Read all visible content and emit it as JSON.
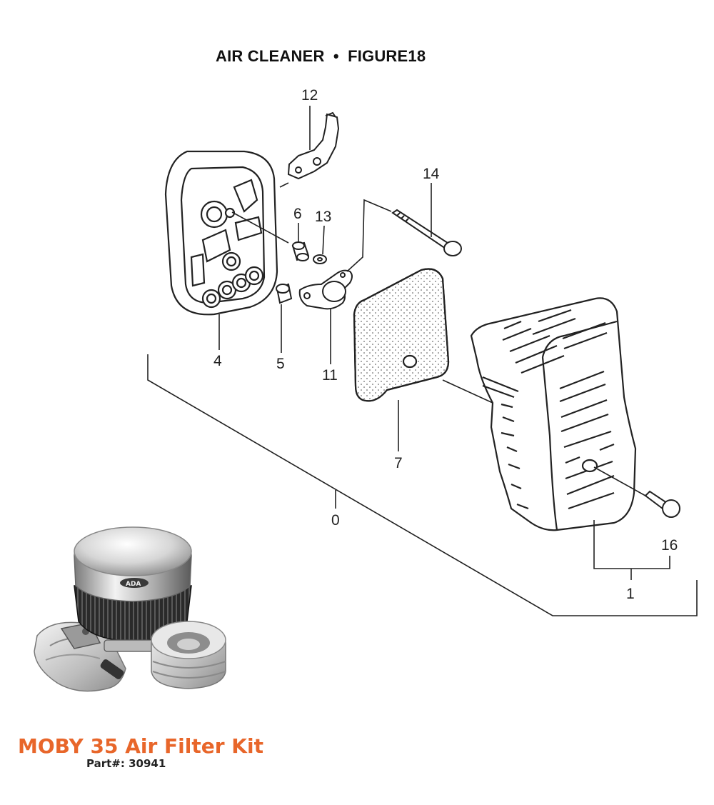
{
  "diagram": {
    "title_text": "AIR CLEANER",
    "title_separator": "•",
    "title_figure_label": "FIGURE",
    "title_figure_number": "18",
    "callouts": {
      "c0": "0",
      "c1": "1",
      "c4": "4",
      "c5": "5",
      "c6": "6",
      "c7": "7",
      "c11": "11",
      "c12": "12",
      "c13": "13",
      "c14": "14",
      "c16": "16"
    }
  },
  "photo": {
    "logo_text": "ADA"
  },
  "kit": {
    "name": "MOBY 35 Air Filter Kit",
    "part": "Part#: 30941"
  },
  "colors": {
    "kit_title": "#e8662a",
    "line_art": "#222222"
  }
}
